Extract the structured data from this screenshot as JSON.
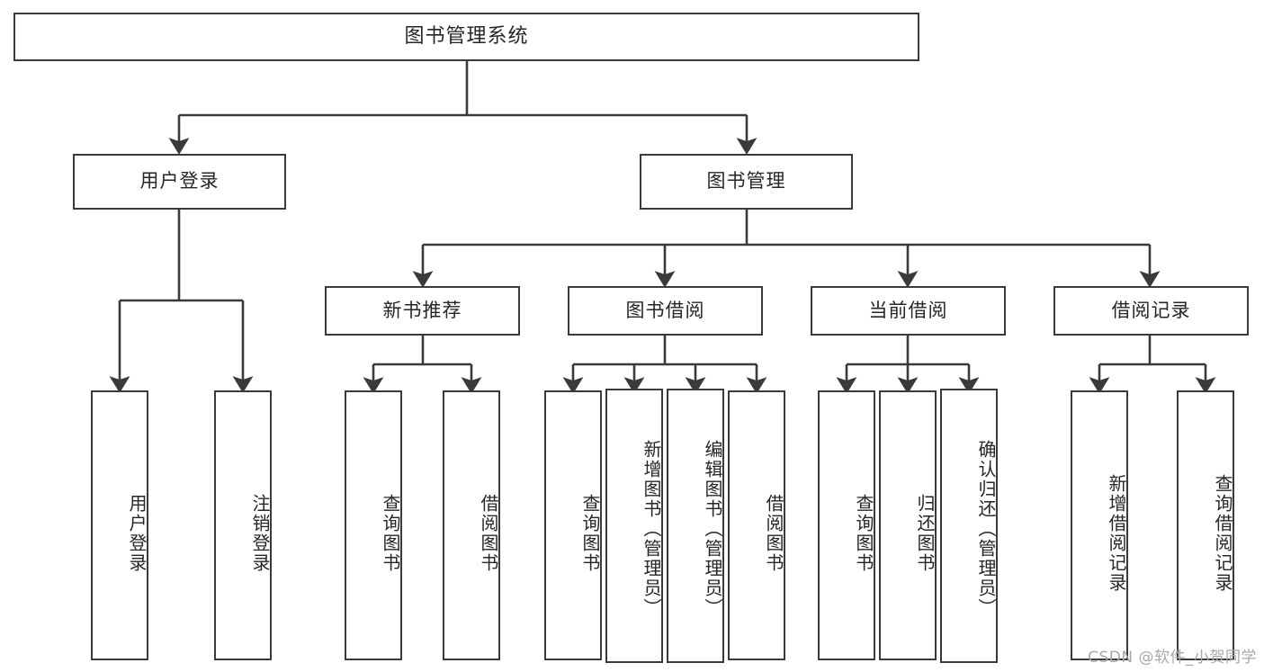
{
  "diagram": {
    "title": "图书管理系统",
    "type": "tree-hierarchy-chart",
    "root": {
      "label": "图书管理系统"
    },
    "level2": [
      {
        "label": "用户登录"
      },
      {
        "label": "图书管理"
      }
    ],
    "level3": [
      {
        "label": "新书推荐"
      },
      {
        "label": "图书借阅"
      },
      {
        "label": "当前借阅"
      },
      {
        "label": "借阅记录"
      }
    ],
    "leaves": {
      "user_login": [
        {
          "label": "用户登录"
        },
        {
          "label": "注销登录"
        }
      ],
      "new_book_recommend": [
        {
          "label": "查询图书"
        },
        {
          "label": "借阅图书"
        }
      ],
      "book_borrow": [
        {
          "label": "查询图书"
        },
        {
          "label": "新增图书（管理员）"
        },
        {
          "label": "编辑图书（管理员）"
        },
        {
          "label": "借阅图书"
        }
      ],
      "current_borrow": [
        {
          "label": "查询图书"
        },
        {
          "label": "归还图书"
        },
        {
          "label": "确认归还（管理员）"
        }
      ],
      "borrow_record": [
        {
          "label": "新增借阅记录"
        },
        {
          "label": "查询借阅记录"
        }
      ]
    }
  },
  "watermark": {
    "text": "CSDN @软件_小贺同学"
  },
  "colors": {
    "stroke": "#3a3a3a",
    "text": "#262626",
    "background": "#ffffff",
    "watermark": "#a8a8a8"
  }
}
